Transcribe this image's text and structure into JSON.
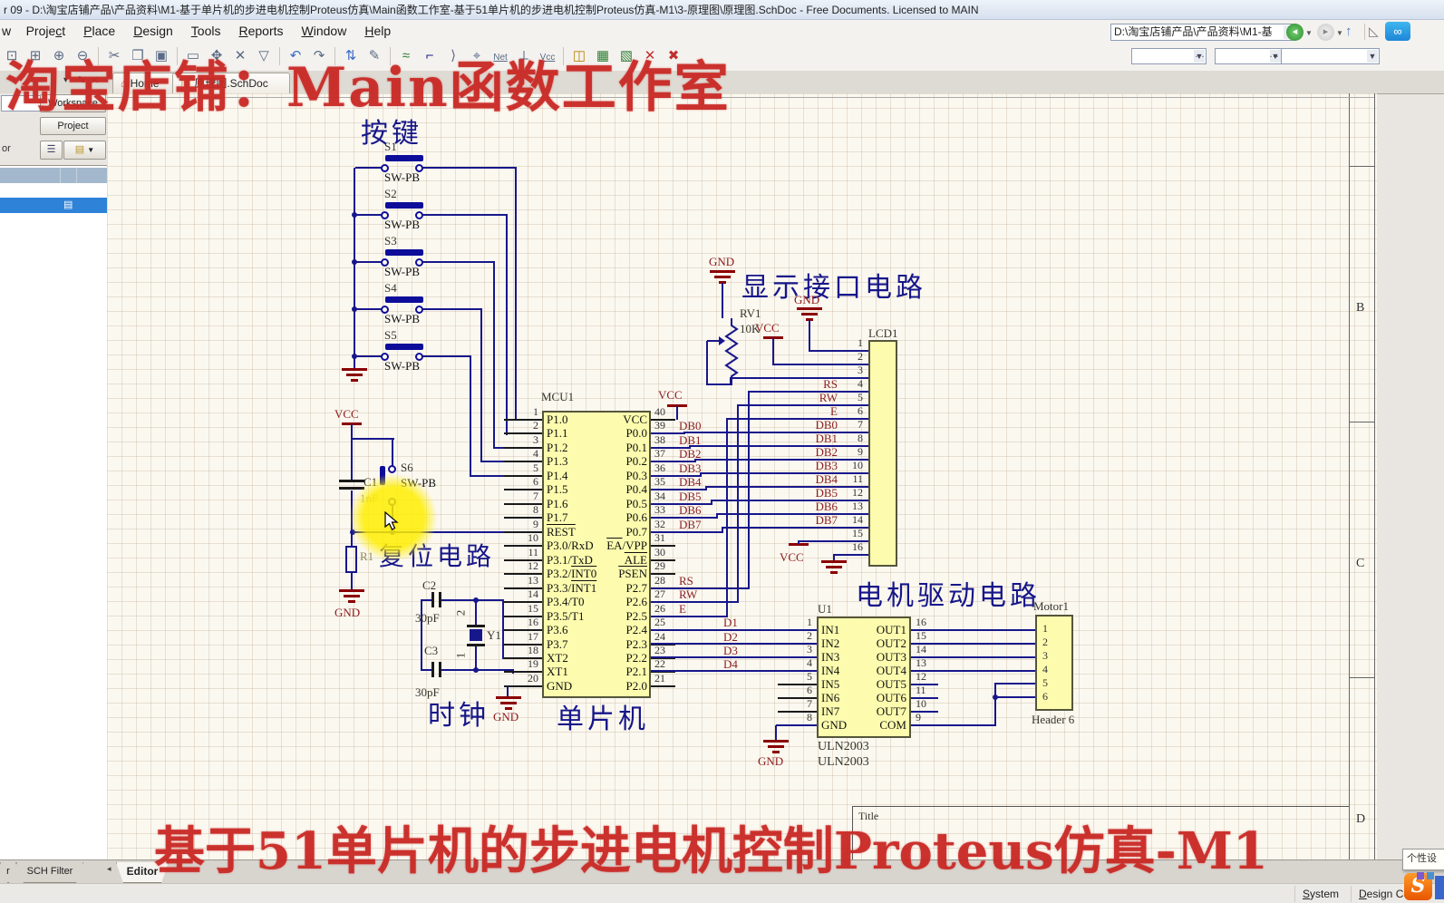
{
  "window": {
    "title": "r 09 - D:\\淘宝店铺产品\\产品资料\\M1-基于单片机的步进电机控制Proteus仿真\\Main函数工作室-基于51单片机的步进电机控制Proteus仿真-M1\\3-原理图\\原理图.SchDoc - Free Documents. Licensed to MAIN"
  },
  "menu": {
    "fragment": "w",
    "items": [
      {
        "label": "Project",
        "accel": "c"
      },
      {
        "label": "Place",
        "accel": "P"
      },
      {
        "label": "Design",
        "accel": "D"
      },
      {
        "label": "Tools",
        "accel": "T"
      },
      {
        "label": "Reports",
        "accel": "R"
      },
      {
        "label": "Window",
        "accel": "W"
      },
      {
        "label": "Help",
        "accel": "H"
      }
    ]
  },
  "toolbar": {
    "icons": [
      {
        "n": "zoom-document-icon",
        "g": "⊡"
      },
      {
        "n": "zoom-area-icon",
        "g": "⊞"
      },
      {
        "n": "zoom-in-icon",
        "g": "⊕"
      },
      {
        "n": "zoom-out-icon",
        "g": "⊖"
      },
      {
        "sep": true
      },
      {
        "n": "cut-icon",
        "g": "✂"
      },
      {
        "n": "copy-icon",
        "g": "❐"
      },
      {
        "n": "paste-icon",
        "g": "▣"
      },
      {
        "sep": true
      },
      {
        "n": "select-area-icon",
        "g": "▭"
      },
      {
        "n": "move-icon",
        "g": "✥"
      },
      {
        "n": "clear-selection-icon",
        "g": "✕"
      },
      {
        "n": "filter-icon",
        "g": "▽"
      },
      {
        "sep": true
      },
      {
        "n": "undo-icon",
        "g": "↶",
        "c": "#3a6bc8"
      },
      {
        "n": "redo-icon",
        "g": "↷"
      },
      {
        "sep": true
      },
      {
        "n": "cross-probe-icon",
        "g": "⇅",
        "c": "#3a6bc8"
      },
      {
        "n": "annotate-icon",
        "g": "✎"
      },
      {
        "sep": true
      },
      {
        "n": "wire-icon",
        "g": "≈",
        "c": "#2e7d32"
      },
      {
        "n": "bus-icon",
        "g": "⌐",
        "c": "#17178c"
      },
      {
        "n": "bus-entry-icon",
        "g": "⟩"
      },
      {
        "n": "probe-icon",
        "g": "⌖"
      },
      {
        "n": "net-label-icon",
        "g": "Net",
        "txt": true
      },
      {
        "n": "gnd-port-icon",
        "g": "⟂"
      },
      {
        "n": "vcc-port-icon",
        "g": "Vcc",
        "txt": true
      },
      {
        "sep": true
      },
      {
        "n": "part-icon",
        "g": "◫",
        "c": "#b8860b"
      },
      {
        "n": "sheet-symbol-icon",
        "g": "▦",
        "c": "#2e7d32"
      },
      {
        "n": "sheet-entry-icon",
        "g": "▧",
        "c": "#2e7d32"
      },
      {
        "n": "directive-icon",
        "g": "✕",
        "c": "#c03030"
      },
      {
        "n": "no-erc-icon",
        "g": "✖",
        "c": "#c03030"
      }
    ]
  },
  "nav": {
    "path": "D:\\淘宝店铺产品\\产品资料\\M1-基"
  },
  "doc_tabs": {
    "home": "Home",
    "schdoc": "原理图.SchDoc"
  },
  "left_panel": {
    "workspace_btn": "Workspace",
    "project_btn": "Project",
    "fragment": "or",
    "bottom_tabs": [
      "r",
      "SCH Filter"
    ]
  },
  "editor_tab": "Editor",
  "status_bar": {
    "buttons": [
      "System",
      "Design Comp"
    ],
    "ime_tooltip": "个性设"
  },
  "overlay": {
    "top": "淘宝店铺：Main函数工作室",
    "bottom": "基于51单片机的步进电机控制Proteus仿真-M1"
  },
  "schematic": {
    "titles": {
      "keys": "按键",
      "reset": "复位电路",
      "clock": "时钟",
      "mcu": "单片机",
      "display": "显示接口电路",
      "motor": "电机驱动电路"
    },
    "power": {
      "vcc": "VCC",
      "gnd": "GND"
    },
    "mcu": {
      "ref": "MCU1",
      "left": [
        {
          "num": 1,
          "name": "P1.0"
        },
        {
          "num": 2,
          "name": "P1.1"
        },
        {
          "num": 3,
          "name": "P1.2"
        },
        {
          "num": 4,
          "name": "P1.3"
        },
        {
          "num": 5,
          "name": "P1.4"
        },
        {
          "num": 6,
          "name": "P1.5"
        },
        {
          "num": 7,
          "name": "P1.6"
        },
        {
          "num": 8,
          "name": "P1.7"
        },
        {
          "num": 9,
          "name": "~REST~"
        },
        {
          "num": 10,
          "name": "P3.0/RxD"
        },
        {
          "num": 11,
          "name": "P3.1/TxD"
        },
        {
          "num": 12,
          "name": "P3.2/~INT0~"
        },
        {
          "num": 13,
          "name": "P3.3/~INT1~"
        },
        {
          "num": 14,
          "name": "P3.4/T0"
        },
        {
          "num": 15,
          "name": "P3.5/T1"
        },
        {
          "num": 16,
          "name": "P3.6"
        },
        {
          "num": 17,
          "name": "P3.7"
        },
        {
          "num": 18,
          "name": "XT2"
        },
        {
          "num": 19,
          "name": "XT1"
        },
        {
          "num": 20,
          "name": "GND"
        }
      ],
      "right": [
        {
          "num": 40,
          "name": "VCC"
        },
        {
          "num": 39,
          "name": "P0.0",
          "net": "DB0"
        },
        {
          "num": 38,
          "name": "P0.1",
          "net": "DB1"
        },
        {
          "num": 37,
          "name": "P0.2",
          "net": "DB2"
        },
        {
          "num": 36,
          "name": "P0.3",
          "net": "DB3"
        },
        {
          "num": 35,
          "name": "P0.4",
          "net": "DB4"
        },
        {
          "num": 34,
          "name": "P0.5",
          "net": "DB5"
        },
        {
          "num": 33,
          "name": "P0.6",
          "net": "DB6"
        },
        {
          "num": 32,
          "name": "P0.7",
          "net": "DB7"
        },
        {
          "num": 31,
          "name": "~EA~/VPP"
        },
        {
          "num": 30,
          "name": "~ALE~"
        },
        {
          "num": 29,
          "name": "~PSEN~"
        },
        {
          "num": 28,
          "name": "P2.7",
          "net": "RS"
        },
        {
          "num": 27,
          "name": "P2.6",
          "net": "RW"
        },
        {
          "num": 26,
          "name": "P2.5",
          "net": "E"
        },
        {
          "num": 25,
          "name": "P2.4",
          "net": "D1"
        },
        {
          "num": 24,
          "name": "P2.3",
          "net": "D2"
        },
        {
          "num": 23,
          "name": "P2.2",
          "net": "D3"
        },
        {
          "num": 22,
          "name": "P2.1",
          "net": "D4"
        },
        {
          "num": 21,
          "name": "P2.0"
        }
      ]
    },
    "lcd": {
      "ref": "LCD1",
      "pins": [
        {
          "num": 1
        },
        {
          "num": 2
        },
        {
          "num": 3
        },
        {
          "num": 4,
          "net": "RS"
        },
        {
          "num": 5,
          "net": "RW"
        },
        {
          "num": 6,
          "net": "E"
        },
        {
          "num": 7,
          "net": "DB0"
        },
        {
          "num": 8,
          "net": "DB1"
        },
        {
          "num": 9,
          "net": "DB2"
        },
        {
          "num": 10,
          "net": "DB3"
        },
        {
          "num": 11,
          "net": "DB4"
        },
        {
          "num": 12,
          "net": "DB5"
        },
        {
          "num": 13,
          "net": "DB6"
        },
        {
          "num": 14,
          "net": "DB7"
        },
        {
          "num": 15
        },
        {
          "num": 16
        }
      ]
    },
    "uln": {
      "ref": "U1",
      "desc": "ULN2003",
      "value": "ULN2003",
      "left": [
        {
          "num": 1,
          "name": "IN1"
        },
        {
          "num": 2,
          "name": "IN2"
        },
        {
          "num": 3,
          "name": "IN3"
        },
        {
          "num": 4,
          "name": "IN4"
        },
        {
          "num": 5,
          "name": "IN5"
        },
        {
          "num": 6,
          "name": "IN6"
        },
        {
          "num": 7,
          "name": "IN7"
        },
        {
          "num": 8,
          "name": "GND"
        }
      ],
      "right": [
        {
          "num": 16,
          "name": "OUT1"
        },
        {
          "num": 15,
          "name": "OUT2"
        },
        {
          "num": 14,
          "name": "OUT3"
        },
        {
          "num": 13,
          "name": "OUT4"
        },
        {
          "num": 12,
          "name": "OUT5"
        },
        {
          "num": 11,
          "name": "OUT6"
        },
        {
          "num": 10,
          "name": "OUT7"
        },
        {
          "num": 9,
          "name": "COM"
        }
      ]
    },
    "motor": {
      "ref": "Motor1",
      "value": "Header 6",
      "pins": [
        "1",
        "2",
        "3",
        "4",
        "5",
        "6"
      ]
    },
    "switches": {
      "list": [
        {
          "ref": "S1",
          "val": "SW-PB"
        },
        {
          "ref": "S2",
          "val": "SW-PB"
        },
        {
          "ref": "S3",
          "val": "SW-PB"
        },
        {
          "ref": "S4",
          "val": "SW-PB"
        },
        {
          "ref": "S5",
          "val": "SW-PB"
        }
      ],
      "s6": {
        "ref": "S6",
        "val": "SW-PB"
      }
    },
    "parts": {
      "c1": {
        "ref": "C1",
        "val": "1nF"
      },
      "c2": {
        "ref": "C2",
        "val": "30pF"
      },
      "c3": {
        "ref": "C3",
        "val": "30pF"
      },
      "r1": {
        "ref": "R1"
      },
      "rv1": {
        "ref": "RV1",
        "val": "10K"
      },
      "y1": {
        "ref": "Y1",
        "p2": "2",
        "p1": "1"
      }
    },
    "zones": [
      "B",
      "C",
      "D"
    ],
    "title_block_label": "Title"
  }
}
